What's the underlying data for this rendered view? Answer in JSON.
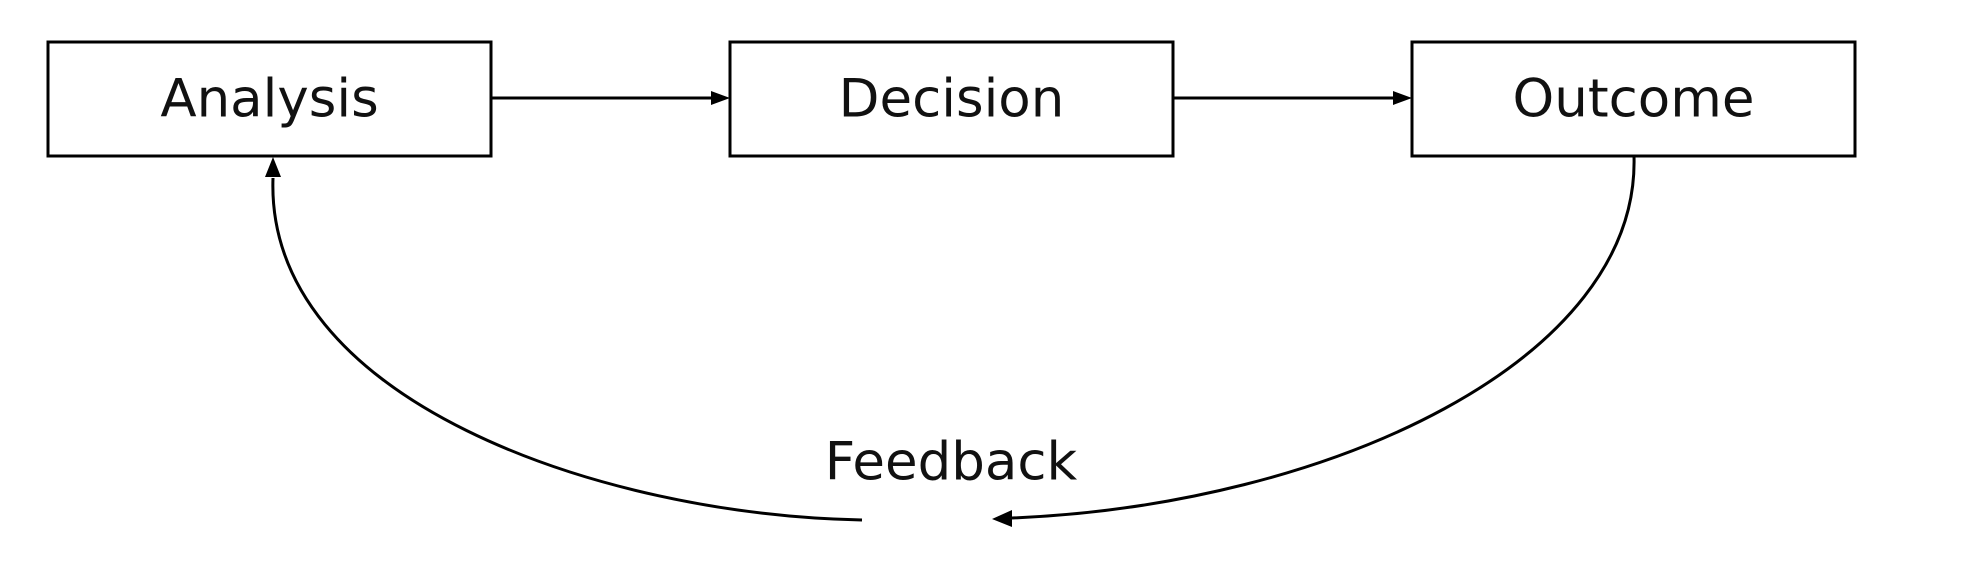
{
  "diagram": {
    "nodes": {
      "analysis": "Analysis",
      "decision": "Decision",
      "outcome": "Outcome"
    },
    "feedback_label": "Feedback",
    "edges": [
      {
        "from": "Analysis",
        "to": "Decision"
      },
      {
        "from": "Decision",
        "to": "Outcome"
      },
      {
        "from": "Outcome",
        "to": "Analysis",
        "via": "Feedback"
      }
    ],
    "colors": {
      "stroke": "#000000",
      "text": "#111111",
      "background": "#ffffff"
    }
  }
}
